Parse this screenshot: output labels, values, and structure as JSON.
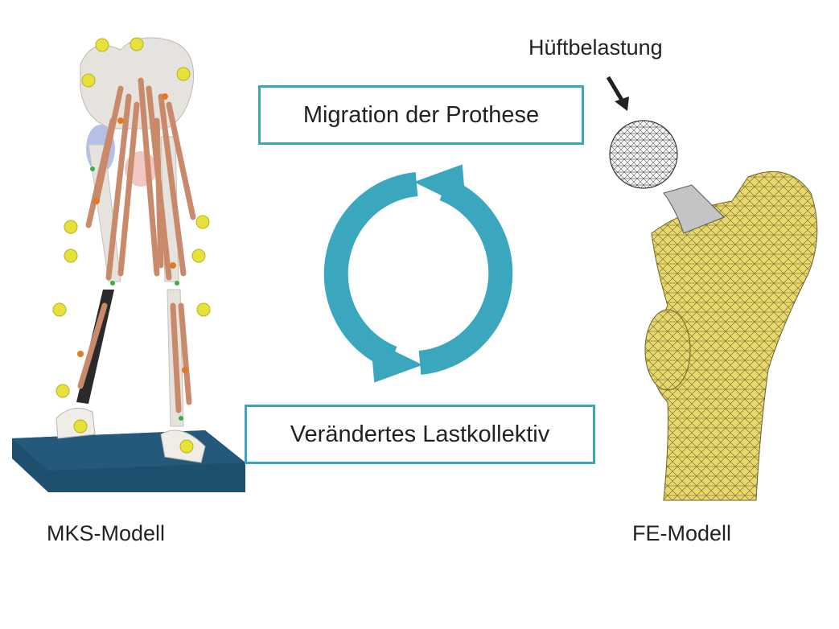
{
  "top_box": {
    "text": "Migration der Prothese"
  },
  "bottom_box": {
    "text": "Verändertes Lastkollektiv"
  },
  "left_caption": "MKS-Modell",
  "right_caption": "FE-Modell",
  "load_label": "Hüftbelastung",
  "colors": {
    "accent": "#3ba7bf",
    "bone": "#e6e3de",
    "muscle": "#c98a6c",
    "marker": "#e7e23a",
    "platform": "#1f4f6f",
    "femur_mesh": "#e8d76a"
  },
  "icons": {
    "cycle": "circular-arrows-icon",
    "load": "arrow-down-icon"
  }
}
